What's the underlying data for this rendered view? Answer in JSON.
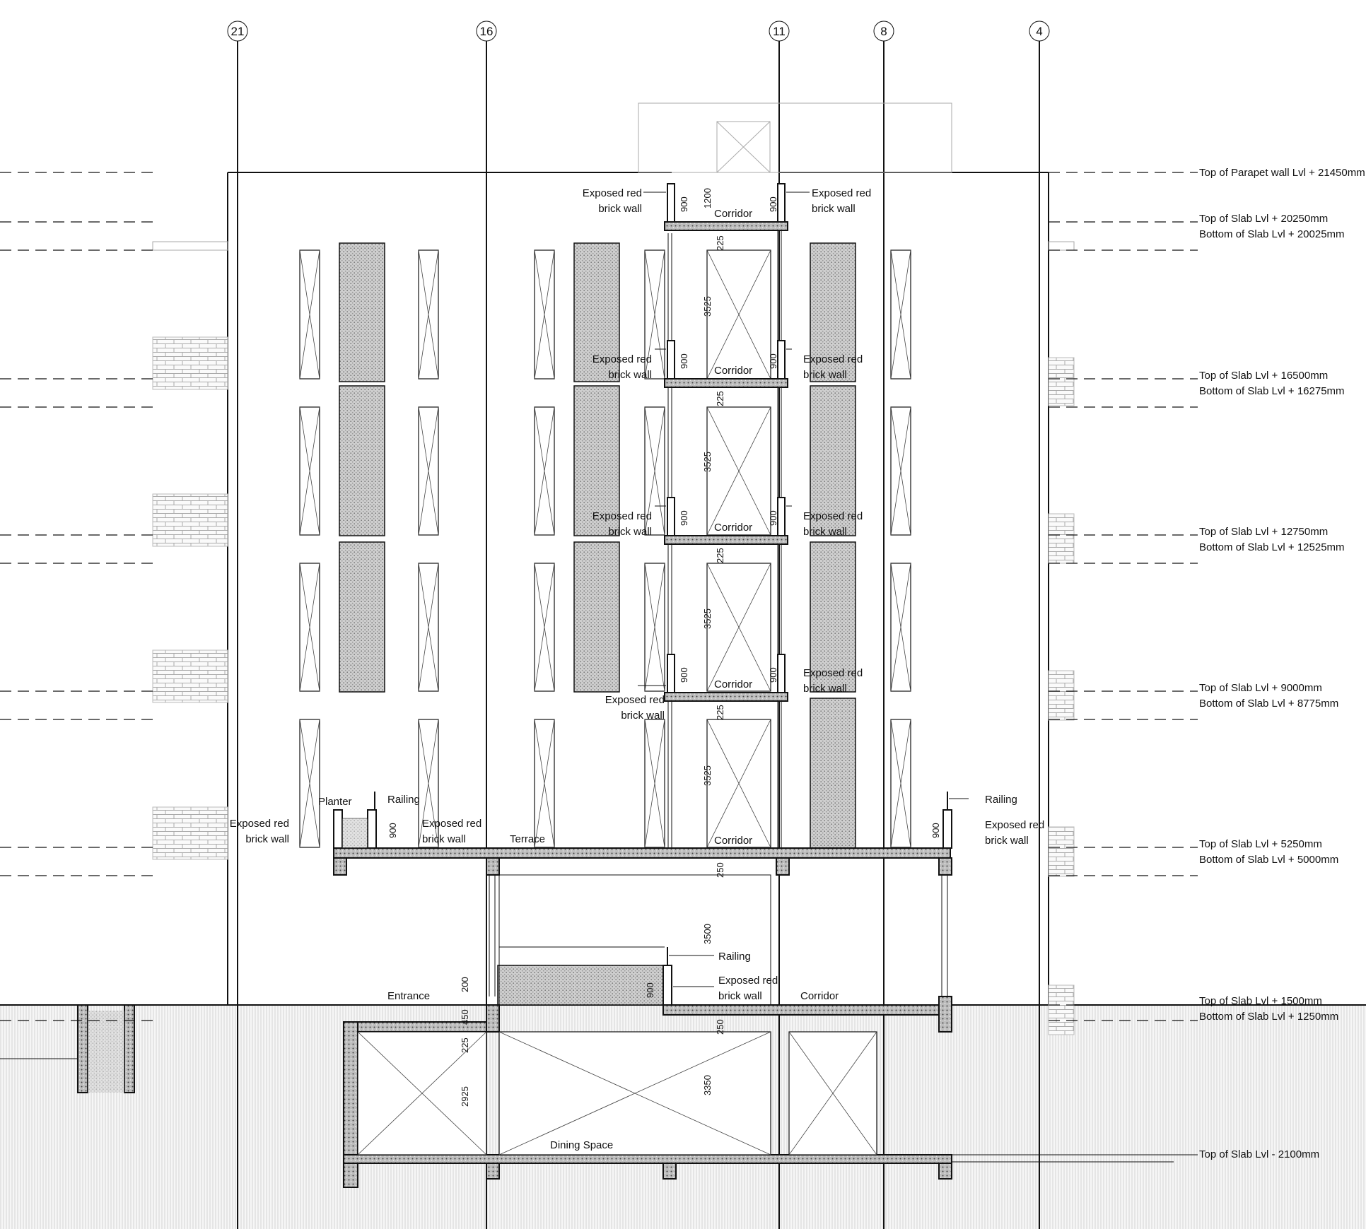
{
  "grid_labels": [
    "21",
    "16",
    "11",
    "8",
    "4"
  ],
  "levels": [
    "Top of Parapet wall Lvl + 21450mm",
    "Top of Slab Lvl + 20250mm",
    "Bottom of Slab Lvl + 20025mm",
    "Top of Slab Lvl + 16500mm",
    "Bottom of Slab Lvl + 16275mm",
    "Top of Slab Lvl + 12750mm",
    "Bottom of Slab Lvl + 12525mm",
    "Top of Slab Lvl + 9000mm",
    "Bottom of Slab Lvl + 8775mm",
    "Top of Slab Lvl + 5250mm",
    "Bottom of Slab Lvl + 5000mm",
    "Top of Slab Lvl + 1500mm",
    "Bottom of Slab Lvl + 1250mm",
    "Top of Slab Lvl - 2100mm"
  ],
  "labels": {
    "exposed_line1": "Exposed red",
    "exposed_line2": "brick wall",
    "corridor": "Corridor",
    "railing": "Railing",
    "planter": "Planter",
    "terrace": "Terrace",
    "entrance": "Entrance",
    "dining": "Dining Space"
  },
  "dimensions": {
    "d900": "900",
    "d1200": "1200",
    "d225": "225",
    "d250": "250",
    "d3525": "3525",
    "d3500": "3500",
    "d200": "200",
    "d450": "450",
    "d2925": "2925",
    "d3350": "3350"
  }
}
